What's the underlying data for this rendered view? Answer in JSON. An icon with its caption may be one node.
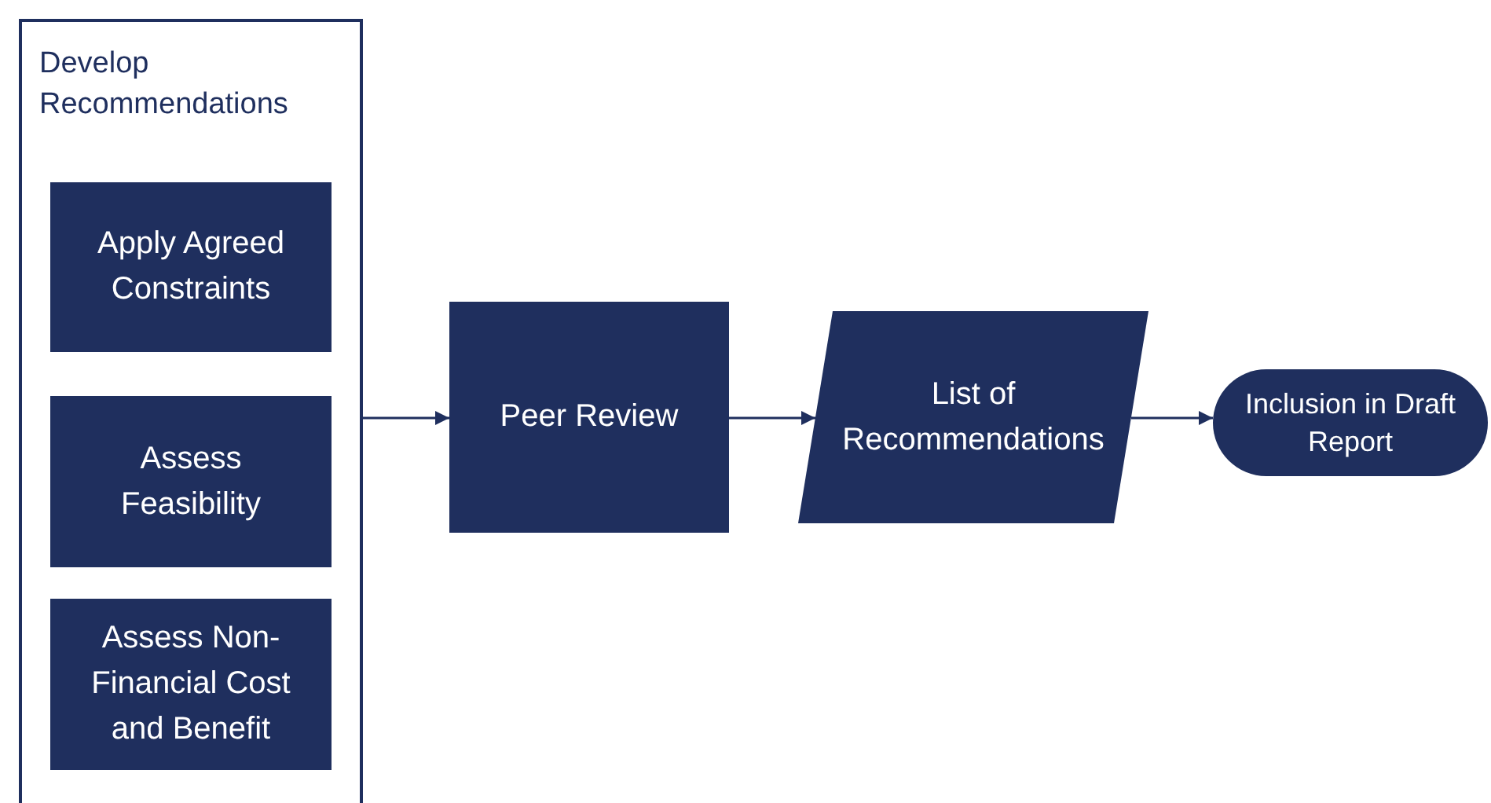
{
  "diagram": {
    "nodes": [
      {
        "text": [
          "Develop Recommendations"
        ]
      },
      {
        "text": [
          "Apply Agreed Constraints"
        ],
        "in": 0
      },
      {
        "text": [
          "Assess Feasibility"
        ],
        "in": 0
      },
      {
        "text": [
          "Assess Non-Financial Cost and Benefit"
        ],
        "in": 0
      },
      {
        "text": [
          "Peer Review"
        ]
      },
      {
        "text": [
          "List of Recommendations"
        ]
      },
      {
        "text": [
          "Inclusion in Draft Report"
        ]
      }
    ],
    "edges": [
      {
        "from": 0,
        "to": 4,
        "arrow": "to"
      },
      {
        "from": 4,
        "to": 5,
        "arrow": "to"
      },
      {
        "from": 5,
        "to": 6,
        "arrow": "to"
      }
    ]
  }
}
